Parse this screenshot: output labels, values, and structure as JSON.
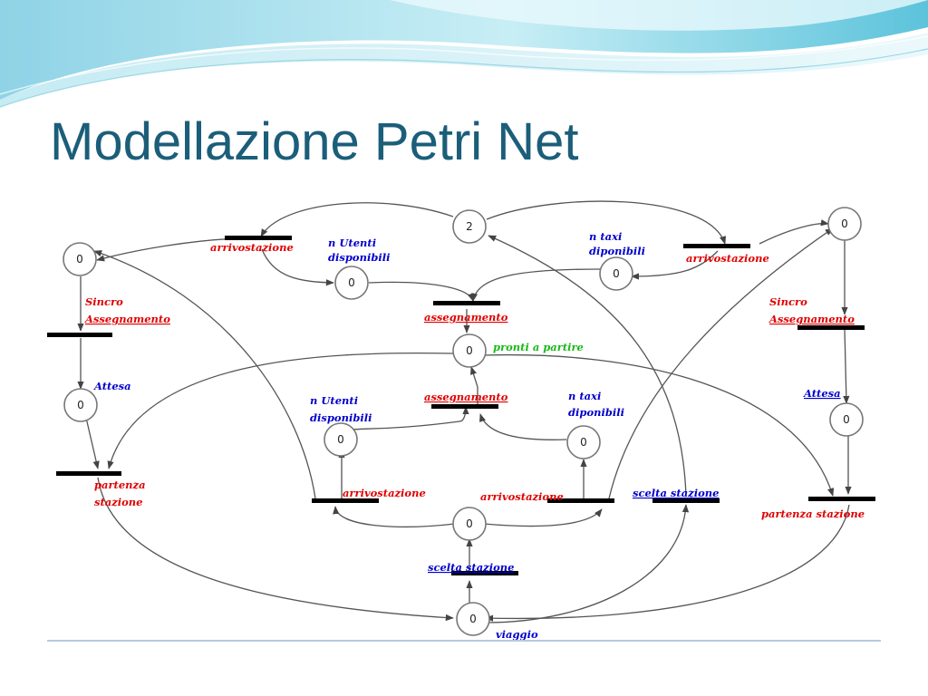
{
  "slide": {
    "title": "Modellazione Petri Net"
  },
  "places": {
    "top_center": "2",
    "top_left": "0",
    "top_right": "0",
    "utenti_top": "0",
    "taxi_top": "0",
    "pronti": "0",
    "attesa_left": "0",
    "attesa_right": "0",
    "utenti_mid": "0",
    "taxi_mid": "0",
    "bottom_mid": "0",
    "viaggio": "0"
  },
  "labels": {
    "arrivostazione_tl": "arrivostazione",
    "arrivostazione_tr": "arrivostazione",
    "n_utenti_top_1": "n Utenti",
    "n_utenti_top_2": "disponibili",
    "n_taxi_top_1": "n taxi",
    "n_taxi_top_2": "diponibili",
    "sincro_left_1": "Sincro",
    "sincro_left_2": "Assegnamento",
    "sincro_right_1": "Sincro",
    "sincro_right_2": "Assegnamento",
    "assegnamento_top": "assegnamento",
    "pronti_a_partire": "pronti a partire",
    "attesa_left": "Attesa",
    "attesa_right": "Attesa",
    "n_utenti_mid_1": "n Utenti",
    "n_utenti_mid_2": "disponibili",
    "assegnamento_mid": "assegnamento",
    "n_taxi_mid_1": "n taxi",
    "n_taxi_mid_2": "diponibili",
    "partenza_left_1": "partenza",
    "partenza_left_2": "stazione",
    "arrivostazione_ml": "arrivostazione",
    "arrivostazione_mr": "arrivostazione",
    "scelta_stazione_right": "scelta stazione",
    "partenza_right": "partenza stazione",
    "scelta_stazione_bottom": "scelta stazione",
    "viaggio": "viaggio"
  },
  "colors": {
    "title": "#1b5e7a",
    "red_labels": "#e00000",
    "blue_labels": "#0000cc",
    "green_labels": "#18b818"
  }
}
